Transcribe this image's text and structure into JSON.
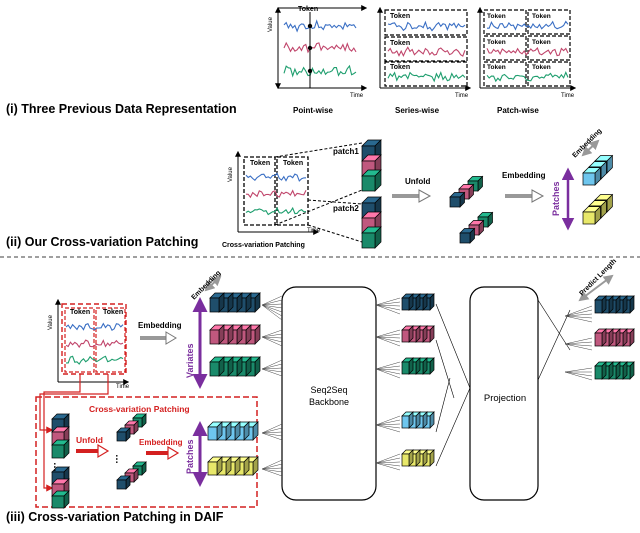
{
  "captions": {
    "part1": "(i) Three Previous Data Representation",
    "part2": "(ii) Our Cross-variation Patching",
    "part3": "(iii) Cross-variation Patching in DAIF"
  },
  "labels": {
    "value": "Value",
    "time": "Time",
    "token": "Token",
    "point_wise": "Point-wise",
    "series_wise": "Series-wise",
    "patch_wise": "Patch-wise",
    "cross_variation_patching": "Cross-variation Patching",
    "patch1": "patch1",
    "patch2": "patch2",
    "unfold": "Unfold",
    "embedding": "Embedding",
    "embedding_rot": "Embedding",
    "patches": "Patches",
    "variates": "Variates",
    "seq2seq_line1": "Seq2Seq",
    "seq2seq_line2": "Backbone",
    "projection": "Projection",
    "predict_length": "Predict Length",
    "dots": "…"
  },
  "colors": {
    "series_blue": "#3a6fc4",
    "series_red": "#c0456b",
    "series_green": "#1e9e6e",
    "cube_navy": "#1f4e6b",
    "cube_pink": "#c0587e",
    "cube_teal": "#1a8a6a",
    "cube_lightblue": "#6ec6ee",
    "cube_yellow": "#e8e86a",
    "accent_red": "#d42020",
    "accent_purple": "#7a2e9e",
    "gray_arrow": "#888888"
  }
}
